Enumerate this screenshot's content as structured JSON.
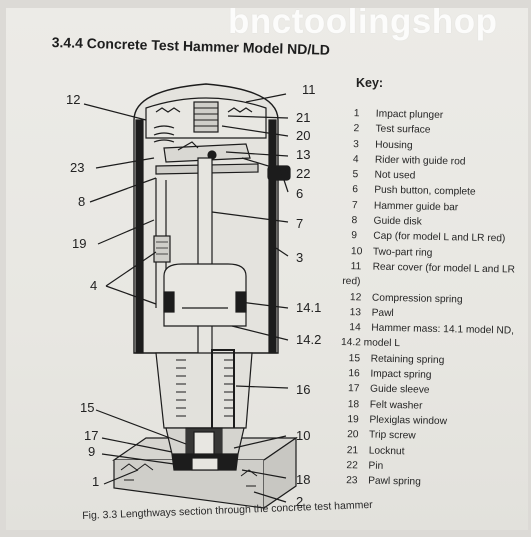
{
  "watermark": "bnctoolingshop",
  "title": "3.4.4 Concrete Test Hammer Model ND/LD",
  "key": {
    "heading": "Key:",
    "items": [
      {
        "num": "1",
        "text": "Impact plunger"
      },
      {
        "num": "2",
        "text": "Test surface"
      },
      {
        "num": "3",
        "text": "Housing"
      },
      {
        "num": "4",
        "text": "Rider with guide rod"
      },
      {
        "num": "5",
        "text": "Not used"
      },
      {
        "num": "6",
        "text": "Push button, complete"
      },
      {
        "num": "7",
        "text": "Hammer guide bar"
      },
      {
        "num": "8",
        "text": "Guide disk"
      },
      {
        "num": "9",
        "text": "Cap (for model L and LR red)"
      },
      {
        "num": "10",
        "text": "Two-part ring"
      },
      {
        "num": "11",
        "text": "Rear cover (for model L and LR red)"
      },
      {
        "num": "12",
        "text": "Compression spring"
      },
      {
        "num": "13",
        "text": "Pawl"
      },
      {
        "num": "14",
        "text": "Hammer mass: 14.1 model ND, 14.2 model L"
      },
      {
        "num": "15",
        "text": "Retaining spring"
      },
      {
        "num": "16",
        "text": "Impact spring"
      },
      {
        "num": "17",
        "text": "Guide sleeve"
      },
      {
        "num": "18",
        "text": "Felt washer"
      },
      {
        "num": "19",
        "text": "Plexiglas window"
      },
      {
        "num": "20",
        "text": "Trip screw"
      },
      {
        "num": "21",
        "text": "Locknut"
      },
      {
        "num": "22",
        "text": "Pin"
      },
      {
        "num": "23",
        "text": "Pawl spring"
      }
    ]
  },
  "figure": {
    "labels": {
      "l1": "1",
      "l2": "2",
      "l3": "3",
      "l4": "4",
      "l6": "6",
      "l7": "7",
      "l8": "8",
      "l9": "9",
      "l10": "10",
      "l11": "11",
      "l12": "12",
      "l13": "13",
      "l14_1": "14.1",
      "l14_2": "14.2",
      "l15": "15",
      "l16": "16",
      "l17": "17",
      "l18": "18",
      "l19": "19",
      "l20": "20",
      "l21": "21",
      "l22": "22",
      "l23": "23"
    }
  },
  "caption": "Fig. 3.3 Lengthways section through the concrete test hammer"
}
